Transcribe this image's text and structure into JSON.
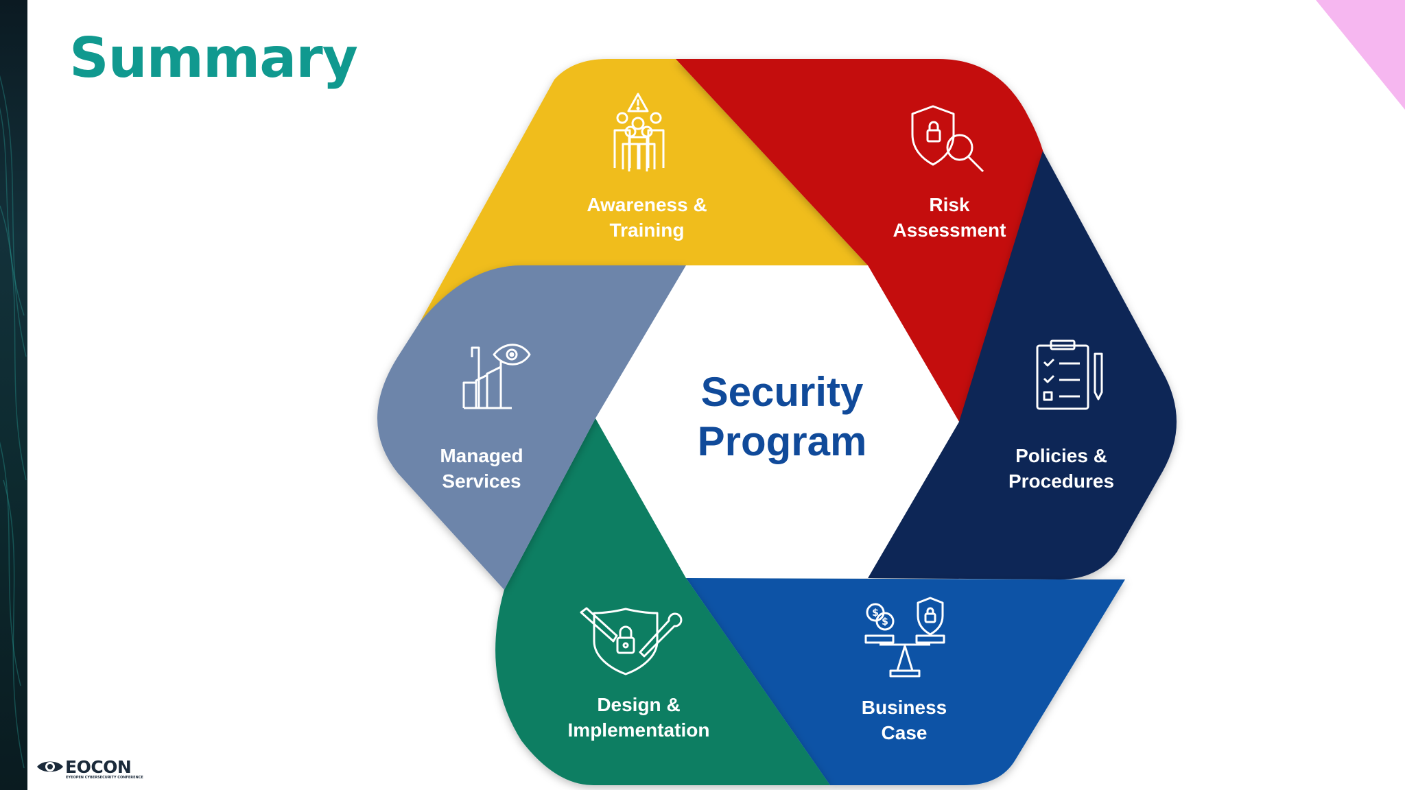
{
  "slide": {
    "title": "Summary"
  },
  "diagram": {
    "center": {
      "line1": "Security",
      "line2": "Program"
    },
    "segments": [
      {
        "key": "awareness",
        "line1": "Awareness &",
        "line2": "Training",
        "color": "#f0bd1d",
        "icon": "people-warning-icon"
      },
      {
        "key": "risk",
        "line1": "Risk",
        "line2": "Assessment",
        "color": "#c40a0c",
        "icon": "shield-lock-search-icon"
      },
      {
        "key": "policies",
        "line1": "Policies &",
        "line2": "Procedures",
        "color": "#0c2557",
        "icon": "clipboard-checklist-icon"
      },
      {
        "key": "business",
        "line1": "Business",
        "line2": "Case",
        "color": "#0753a6",
        "icon": "scale-money-shield-icon"
      },
      {
        "key": "design",
        "line1": "Design &",
        "line2": "Implementation",
        "color": "#087e62",
        "icon": "shield-lock-tools-icon"
      },
      {
        "key": "managed",
        "line1": "Managed",
        "line2": "Services",
        "color": "#6d85aa",
        "icon": "chart-eye-icon"
      }
    ]
  },
  "footer": {
    "logo_text": "EOCON",
    "logo_sub": "EYEOPEN CYBERSECURITY CONFERENCE"
  },
  "colors": {
    "title": "#10998f",
    "center_text": "#104a9a"
  }
}
